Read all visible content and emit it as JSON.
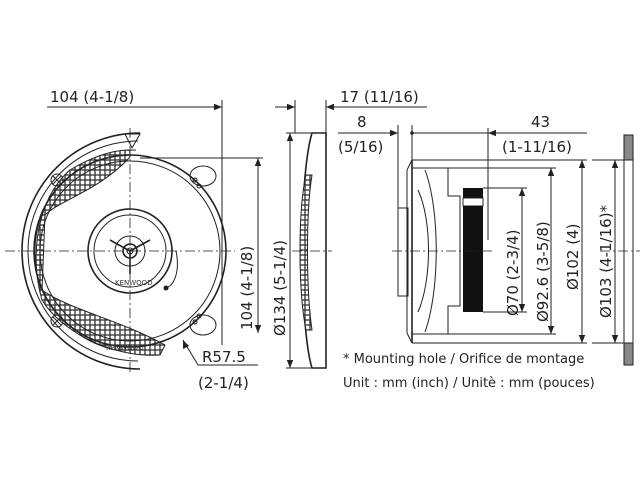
{
  "dimensions": {
    "front_width": "104 (4-1/8)",
    "front_height": "104 (4-1/8)",
    "outer_diameter": "Ø134 (5-1/4)",
    "grille_depth": "17 (11/16)",
    "flange_mm": "8",
    "flange_in": "(5/16)",
    "depth_mm": "43",
    "depth_in": "(1-11/16)",
    "magnet_diameter": "Ø70 (2-3/4)",
    "frame_diameter": "Ø92.6 (3-5/8)",
    "basket_diameter": "Ø102 (4)",
    "mounting_hole_diameter": "Ø103 (4-1/16)*",
    "radius_mm": "R57.5",
    "radius_in": "(2-1/4)"
  },
  "brand": "KENWOOD",
  "notes": {
    "mounting_hole": "* Mounting hole / Orifice de montage",
    "units": "Unit : mm (inch) / Unitè : mm (pouces)"
  },
  "colors": {
    "line": "#222222",
    "panel": "#888888"
  }
}
